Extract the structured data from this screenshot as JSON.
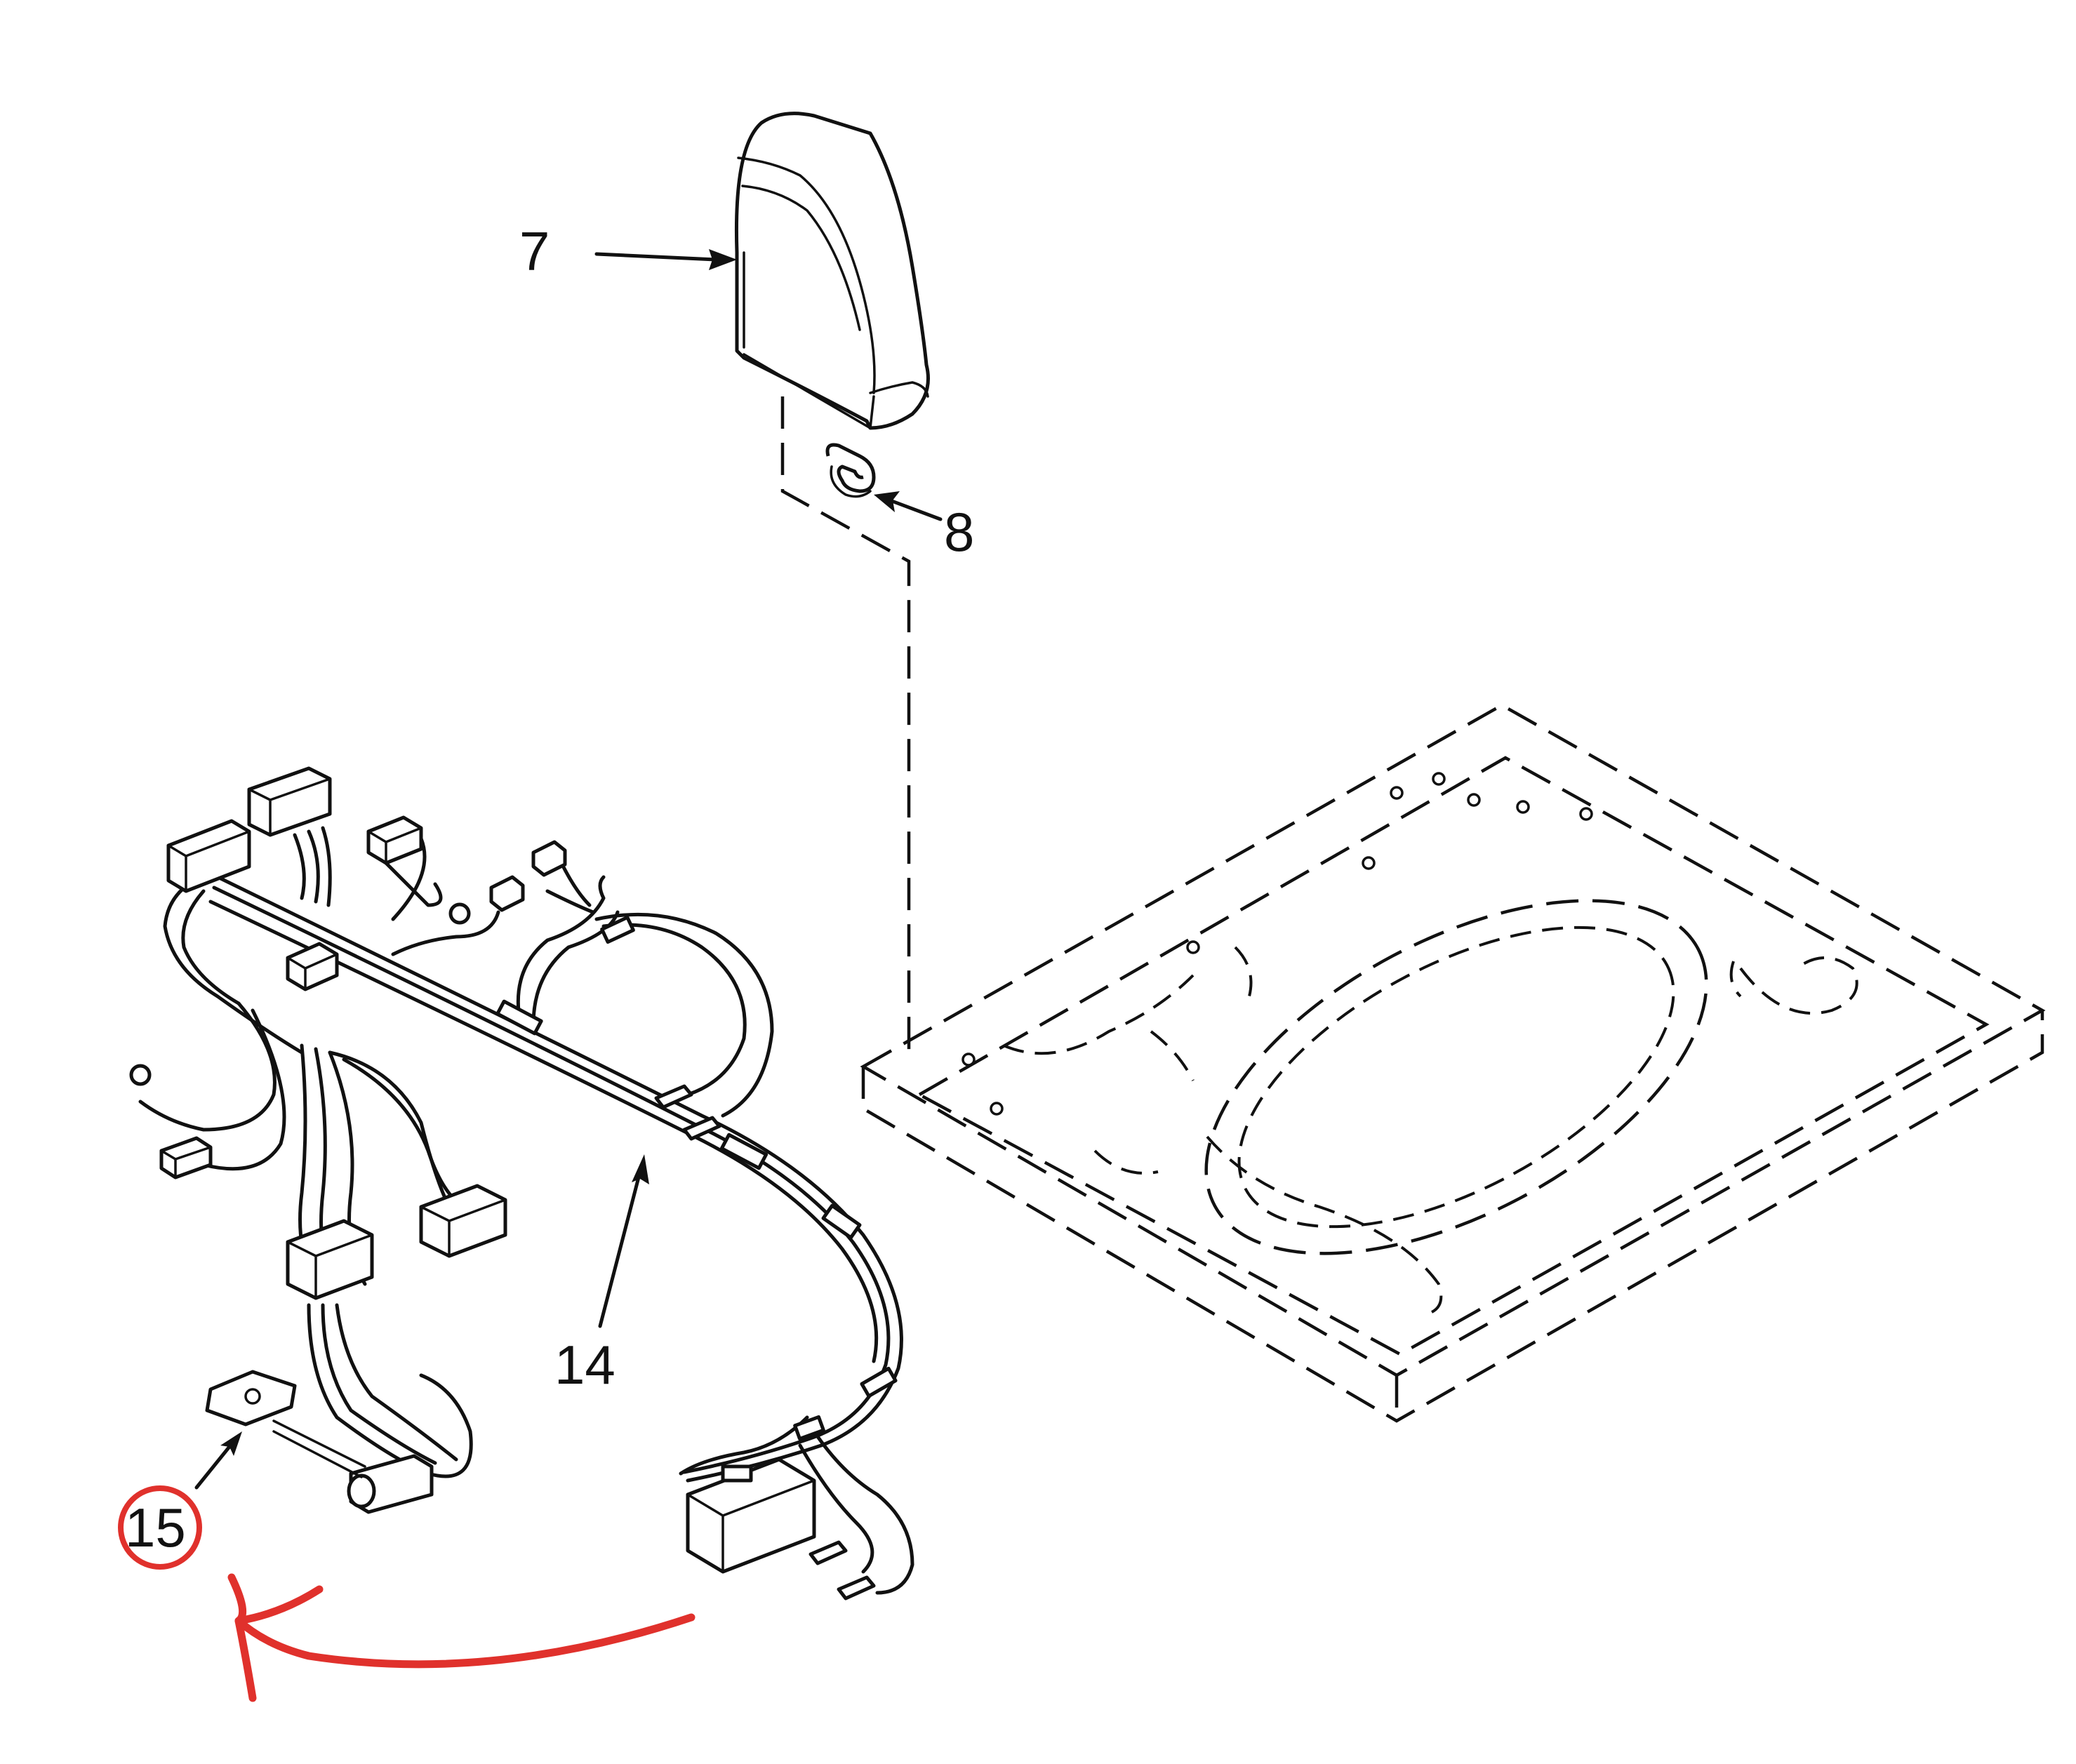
{
  "diagram": {
    "callouts": {
      "part_7": "7",
      "part_8": "8",
      "part_14": "14",
      "part_15": "15"
    },
    "highlight_color": "#e0312c",
    "line_color": "#111111"
  }
}
